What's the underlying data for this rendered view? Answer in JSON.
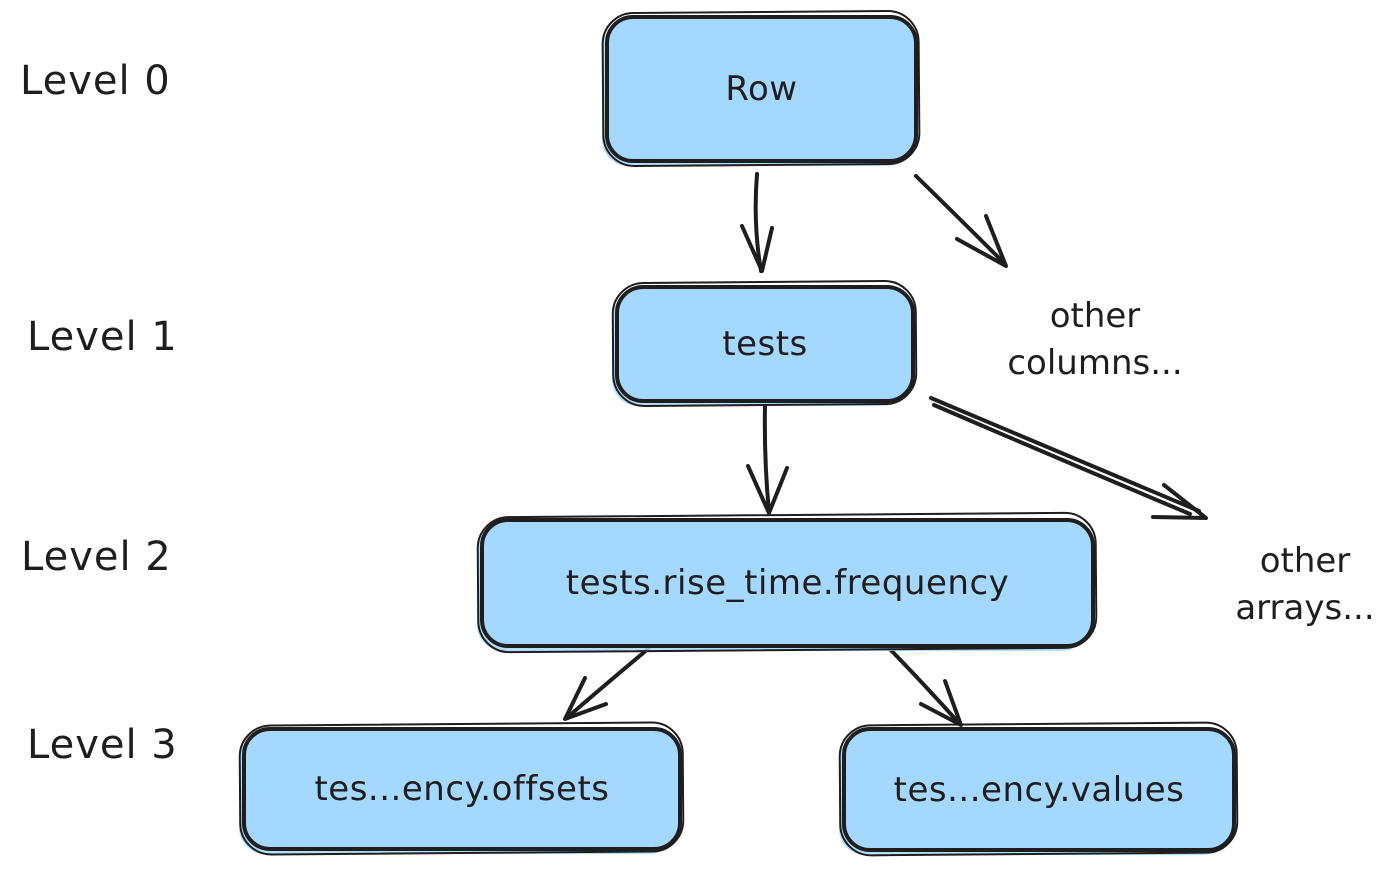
{
  "diagram": {
    "description": "Hand-drawn tree diagram of a nested array column hierarchy in a row",
    "level_labels": [
      "Level 0",
      "Level 1",
      "Level 2",
      "Level 3"
    ],
    "nodes": {
      "row": {
        "label": "Row"
      },
      "tests": {
        "label": "tests"
      },
      "frequency": {
        "label": "tests.rise_time.frequency"
      },
      "offsets": {
        "label": "tes...ency.offsets"
      },
      "values": {
        "label": "tes...ency.values"
      }
    },
    "annotations": {
      "other_columns": {
        "line1": "other",
        "line2": "columns..."
      },
      "other_arrays": {
        "line1": "other",
        "line2": "arrays..."
      }
    },
    "edges": [
      {
        "from": "Row",
        "to": "tests"
      },
      {
        "from": "Row",
        "to": "other columns..."
      },
      {
        "from": "tests",
        "to": "tests.rise_time.frequency"
      },
      {
        "from": "tests",
        "to": "other arrays..."
      },
      {
        "from": "tests.rise_time.frequency",
        "to": "tes...ency.offsets"
      },
      {
        "from": "tests.rise_time.frequency",
        "to": "tes...ency.values"
      }
    ],
    "colors": {
      "node_fill": "#a5d8ff",
      "stroke": "#1e1e1e",
      "text": "#1e1e1e",
      "background": "#ffffff"
    }
  }
}
